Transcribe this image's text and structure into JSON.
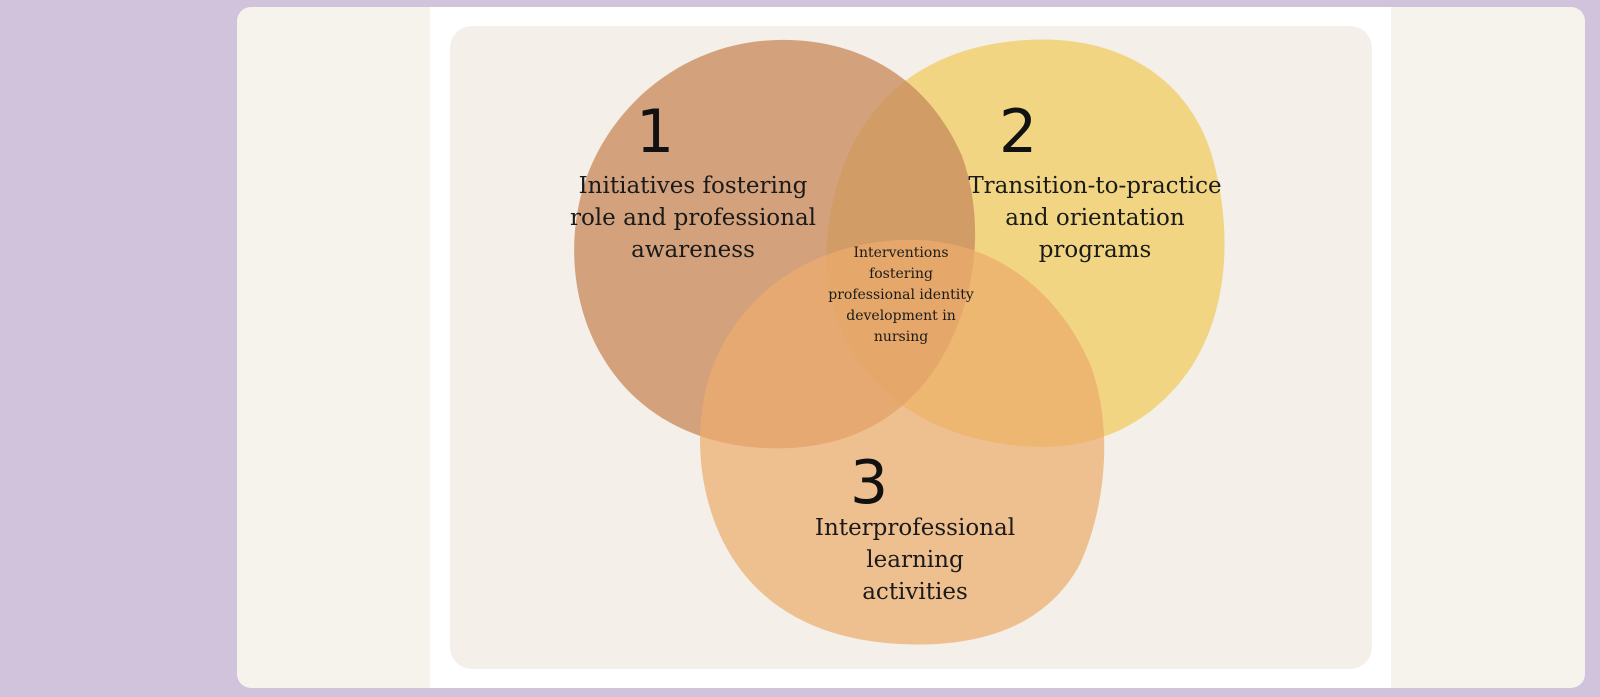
{
  "diagram": {
    "center": {
      "text": "Interventions\nfostering\nprofessional identity\ndevelopment in\nnursing"
    },
    "circles": [
      {
        "number": "1",
        "label": "Initiatives fostering\nrole and professional\nawareness",
        "color": "#c98c5f"
      },
      {
        "number": "2",
        "label": "Transition-to-practice\nand orientation\nprograms",
        "color": "#f0d070"
      },
      {
        "number": "3",
        "label": "Interprofessional\nlearning activities",
        "color": "#ecac6c"
      }
    ]
  }
}
